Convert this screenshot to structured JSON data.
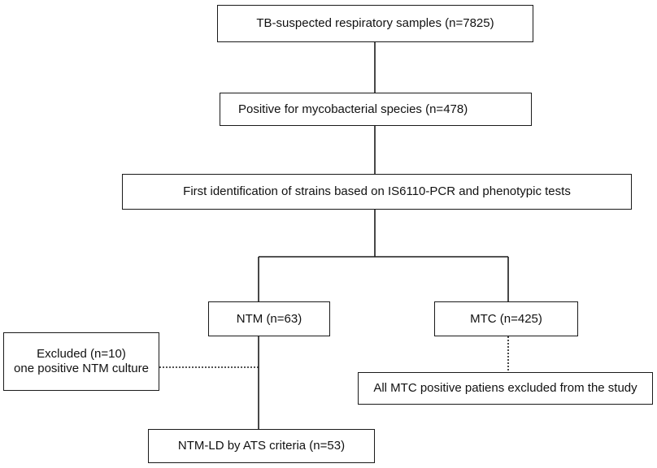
{
  "boxes": {
    "samples": "TB-suspected respiratory samples (n=7825)",
    "positive": "Positive for mycobacterial species (n=478)",
    "identification": "First identification of strains based on IS6110-PCR and phenotypic tests",
    "ntm": "NTM (n=63)",
    "mtc": "MTC (n=425)",
    "excluded_line1": "Excluded (n=10)",
    "excluded_line2": "one positive NTM culture",
    "mtc_excluded": "All MTC positive patiens excluded from the study",
    "ntm_ld": "NTM-LD by ATS criteria (n=53)"
  },
  "colors": {
    "line": "#1a1a1a",
    "border": "#1a1a1a"
  }
}
